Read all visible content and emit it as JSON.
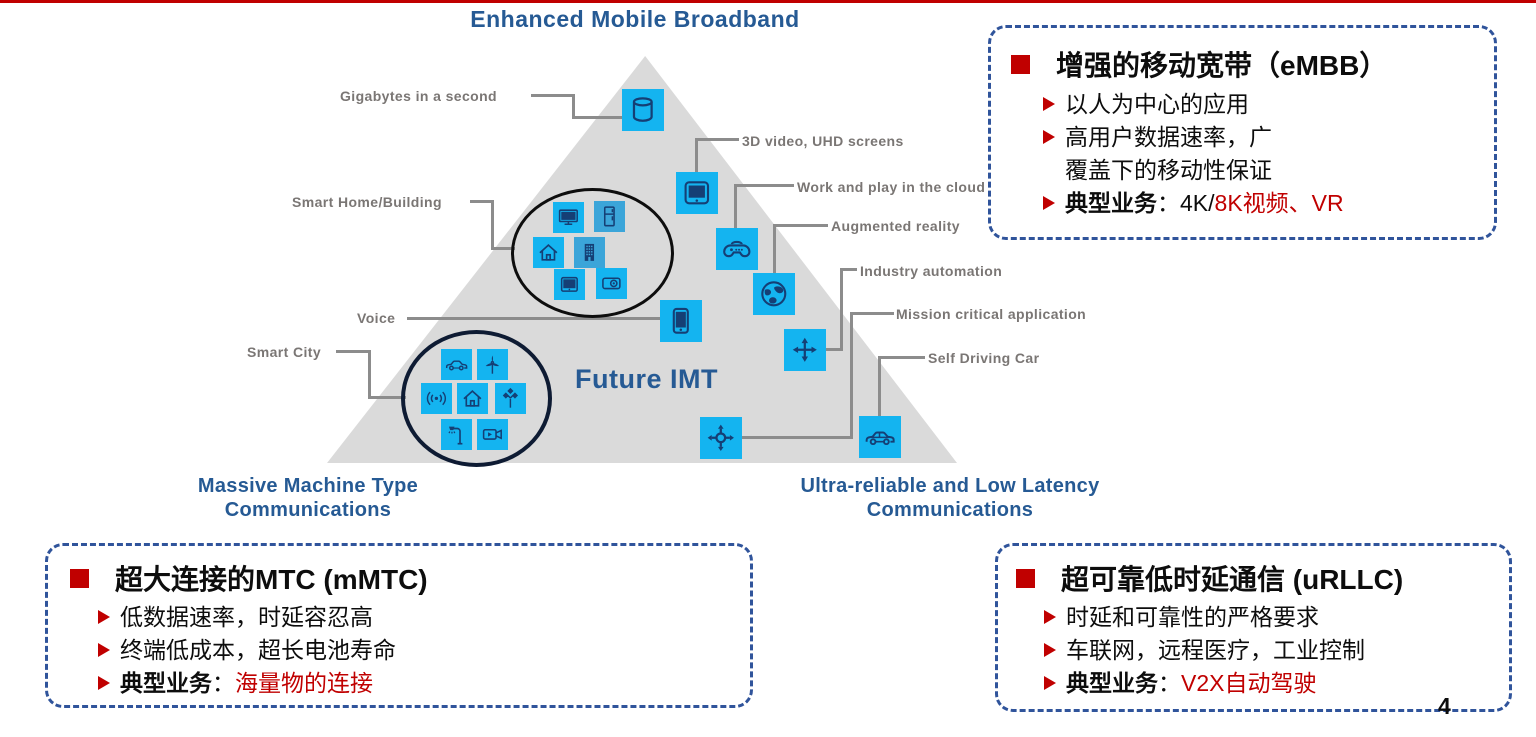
{
  "page_number": "4",
  "colors": {
    "accent_red": "#C00000",
    "title_blue": "#265A94",
    "icon_cyan": "#14b4f0",
    "triangle_gray": "#dadada",
    "label_gray": "#7a7674"
  },
  "diagram": {
    "top_title": "Enhanced Mobile Broadband",
    "bottom_left_title_line1": "Massive Machine Type",
    "bottom_left_title_line2": "Communications",
    "bottom_right_title_line1": "Ultra-reliable  and Low Latency",
    "bottom_right_title_line2": "Communications",
    "center_label": "Future IMT",
    "labels": {
      "gigabytes": "Gigabytes in a second",
      "smart_home": "Smart Home/Building",
      "voice": "Voice",
      "smart_city": "Smart City",
      "video3d": "3D video, UHD  screens",
      "cloud": "Work and play in the cloud",
      "ar": "Augmented reality",
      "industry": "Industry automation",
      "mission": "Mission critical  application",
      "self_driving": "Self Driving Car"
    },
    "icons": [
      "database-cylinder-icon",
      "monitor-3d-icon",
      "gamepad-icon",
      "globe-icon",
      "phone-icon",
      "four-way-arrows-icon",
      "crossroads-icon",
      "car-icon",
      "tv-icon",
      "fridge-icon",
      "house-icon",
      "building-icon",
      "tablet-icon",
      "camera-icon",
      "city-car-icon",
      "wind-turbine-icon",
      "antenna-icon",
      "city-house-icon",
      "traffic-node-icon",
      "street-lamp-icon",
      "camcorder-icon"
    ]
  },
  "boxes": {
    "embb": {
      "title": "增强的移动宽带（eMBB）",
      "b1": "以人为中心的应用",
      "b2_line1": "高用户数据速率，广",
      "b2_line2": "覆盖下的移动性保证",
      "b3_bold": "典型业务",
      "b3_colon": "：",
      "b3_black": "4K/",
      "b3_red": "8K视频、VR"
    },
    "mmtc": {
      "title": "超大连接的MTC (mMTC)",
      "b1": "低数据速率，时延容忍高",
      "b2": "终端低成本，超长电池寿命",
      "b3_bold": "典型业务",
      "b3_colon": "：",
      "b3_red": "海量物的连接"
    },
    "urllc": {
      "title": "超可靠低时延通信 (uRLLC)",
      "b1": "时延和可靠性的严格要求",
      "b2": "车联网，远程医疗，工业控制",
      "b3_bold": "典型业务",
      "b3_colon": "：",
      "b3_red": "V2X自动驾驶"
    }
  }
}
